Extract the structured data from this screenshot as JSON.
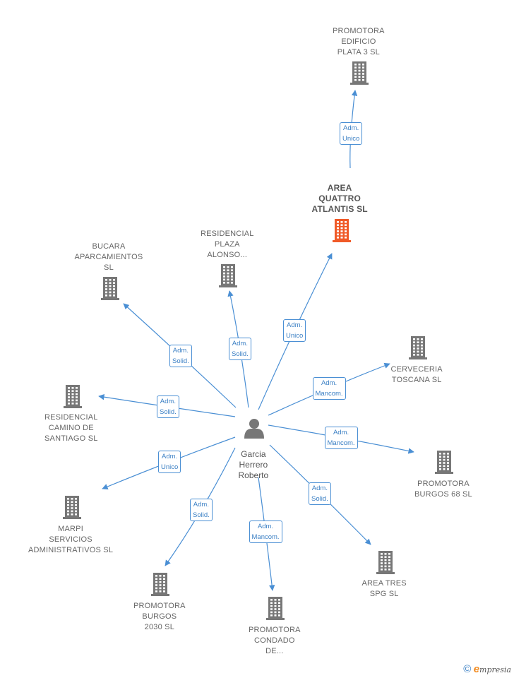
{
  "colors": {
    "edge": "#4a8fd4",
    "building": "#777777",
    "highlight": "#f05a28",
    "person": "#777777"
  },
  "center": {
    "label": "Garcia\nHerrero\nRoberto",
    "icon": "person-icon"
  },
  "nodes": [
    {
      "id": "promotora_edificio",
      "label": "PROMOTORA\nEDIFICIO\nPLATA 3  SL",
      "highlight": false
    },
    {
      "id": "area_quattro",
      "label": "AREA\nQUATTRO\nATLANTIS  SL",
      "highlight": true
    },
    {
      "id": "bucara",
      "label": "BUCARA\nAPARCAMIENTOS\nSL",
      "highlight": false
    },
    {
      "id": "residencial_plaza",
      "label": "RESIDENCIAL\nPLAZA\nALONSO...",
      "highlight": false
    },
    {
      "id": "cerveceria",
      "label": "CERVECERIA\nTOSCANA  SL",
      "highlight": false
    },
    {
      "id": "residencial_camino",
      "label": "RESIDENCIAL\nCAMINO DE\nSANTIAGO  SL",
      "highlight": false
    },
    {
      "id": "promotora_burgos68",
      "label": "PROMOTORA\nBURGOS 68  SL",
      "highlight": false
    },
    {
      "id": "marpi",
      "label": "MARPI\nSERVICIOS\nADMINISTRATIVOS SL",
      "highlight": false
    },
    {
      "id": "area_tres",
      "label": "AREA TRES\nSPG  SL",
      "highlight": false
    },
    {
      "id": "promotora_burgos2030",
      "label": "PROMOTORA\nBURGOS\n2030  SL",
      "highlight": false
    },
    {
      "id": "promotora_condado",
      "label": "PROMOTORA\nCONDADO\nDE...",
      "highlight": false
    }
  ],
  "edges": [
    {
      "from": "area_quattro",
      "to": "promotora_edificio",
      "role": "Adm.\nUnico"
    },
    {
      "from": "center",
      "to": "area_quattro",
      "role": "Adm.\nUnico"
    },
    {
      "from": "center",
      "to": "bucara",
      "role": "Adm.\nSolid."
    },
    {
      "from": "center",
      "to": "residencial_plaza",
      "role": "Adm.\nSolid."
    },
    {
      "from": "center",
      "to": "cerveceria",
      "role": "Adm.\nMancom."
    },
    {
      "from": "center",
      "to": "residencial_camino",
      "role": "Adm.\nSolid."
    },
    {
      "from": "center",
      "to": "promotora_burgos68",
      "role": "Adm.\nMancom."
    },
    {
      "from": "center",
      "to": "marpi",
      "role": "Adm.\nUnico"
    },
    {
      "from": "center",
      "to": "area_tres",
      "role": "Adm.\nSolid."
    },
    {
      "from": "center",
      "to": "promotora_burgos2030",
      "role": "Adm.\nSolid."
    },
    {
      "from": "center",
      "to": "promotora_condado",
      "role": "Adm.\nMancom."
    }
  ],
  "footer": {
    "copyright": "©",
    "brand_initial": "e",
    "brand_rest": "mpresia"
  }
}
